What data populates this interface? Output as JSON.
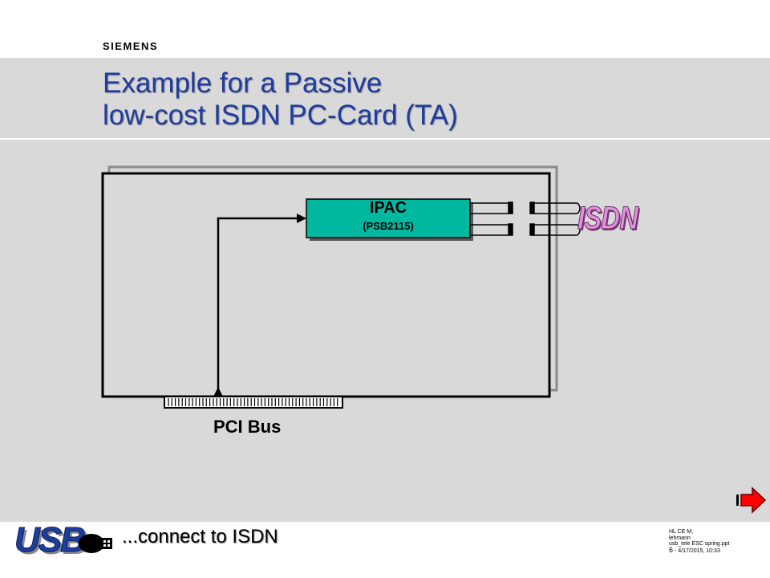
{
  "brand": {
    "logo_text": "SIEMENS"
  },
  "title": {
    "line1": "Example for a Passive",
    "line2": "low-cost ISDN PC-Card (TA)"
  },
  "diagram": {
    "chip_name": "IPAC",
    "chip_part": "(PSB2115)",
    "network_label": "ISDN",
    "bus_label": "PCI Bus"
  },
  "bottom": {
    "logo_text": "USB",
    "subtitle": "...connect to ISDN"
  },
  "footer": {
    "line1": "HL CE M,",
    "line2": "lehmann",
    "line3": "usb_tele  ESC spring.ppt",
    "page_number": "6",
    "date_time": "- 4/17/2015,  10:33"
  },
  "colors": {
    "title": "#1f3d9e",
    "chip_fill": "#00b8a0",
    "isdn": "#e58fe0",
    "next_arrow": "#ff0000",
    "background_band": "#d9d9d9"
  },
  "icons": {
    "next": "arrow-right-icon"
  }
}
